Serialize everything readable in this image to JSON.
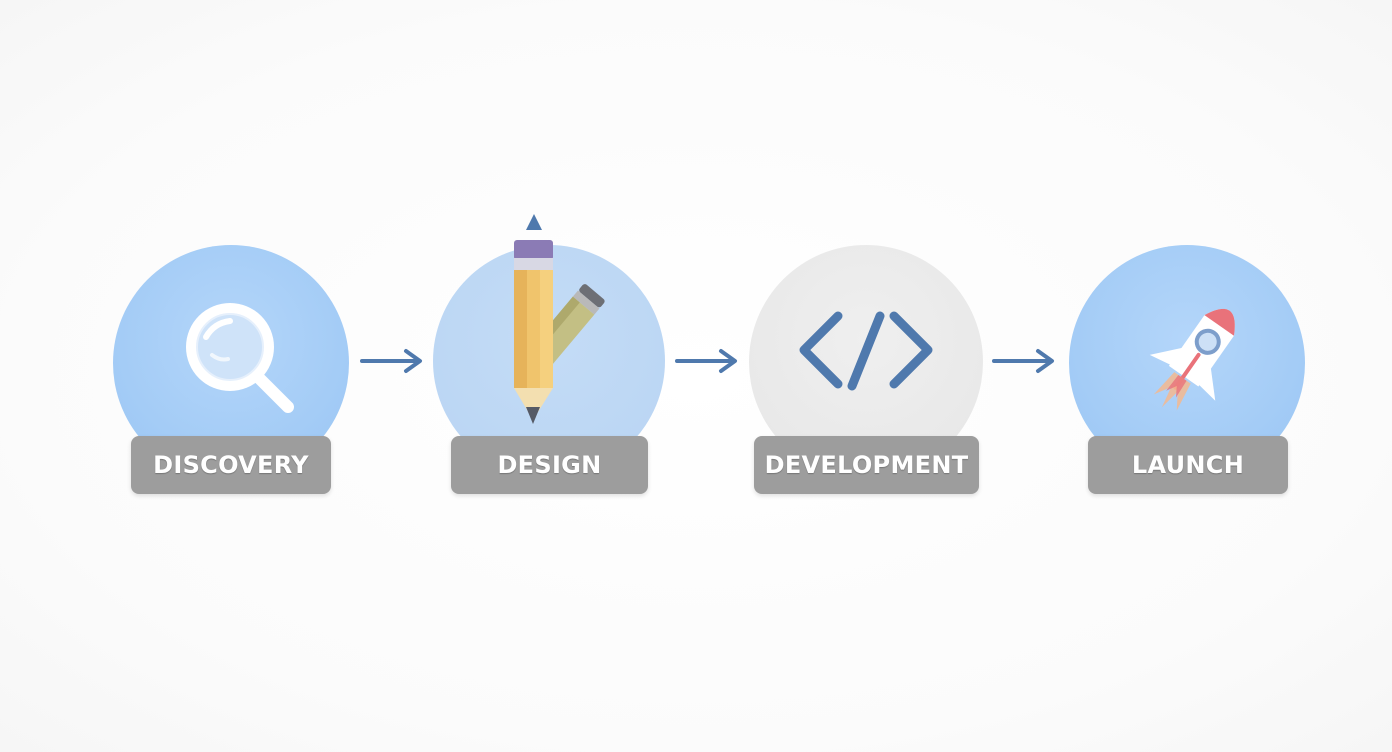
{
  "steps": [
    {
      "label": "DISCOVERY",
      "icon": "magnifying-glass-icon",
      "circle_color": "#a4ccf6"
    },
    {
      "label": "DESIGN",
      "icon": "pencils-icon",
      "circle_color": "#b8d4f3"
    },
    {
      "label": "DEVELOPMENT",
      "icon": "code-brackets-icon",
      "circle_color": "#e6e6e6"
    },
    {
      "label": "LAUNCH",
      "icon": "rocket-icon",
      "circle_color": "#a4ccf6"
    }
  ],
  "colors": {
    "arrow": "#4f79ad",
    "label_bg": "#9d9d9d",
    "label_text": "#ffffff",
    "code_icon": "#4f79ad",
    "rocket_nose": "#e9727a"
  }
}
